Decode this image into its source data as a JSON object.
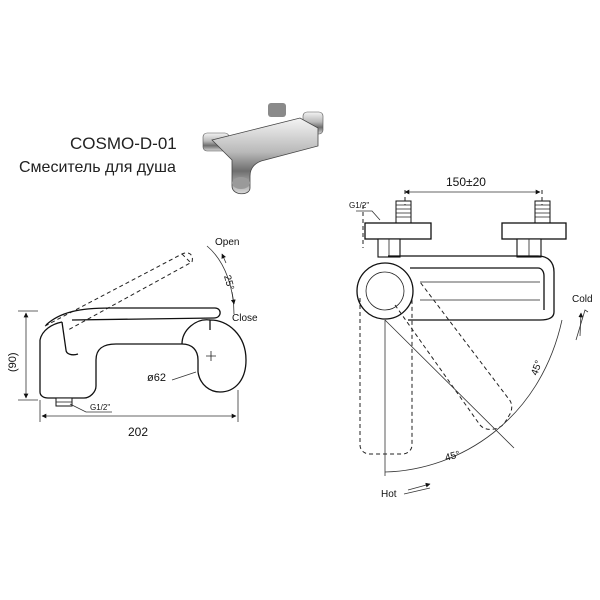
{
  "product": {
    "model": "COSMO-D-01",
    "description": "Смеситель для душа"
  },
  "side_view": {
    "open_label": "Open",
    "close_label": "Close",
    "angle_label": "25°",
    "height_label": "(90)",
    "width_label": "202",
    "diameter_label": "ø62",
    "thread_label": "G1/2\""
  },
  "front_view": {
    "spacing_label": "150±20",
    "thread_label": "G1/2\"",
    "cold_label": "Cold",
    "hot_label": "Hot",
    "angle_cold_label": "45°",
    "angle_hot_label": "45°"
  }
}
